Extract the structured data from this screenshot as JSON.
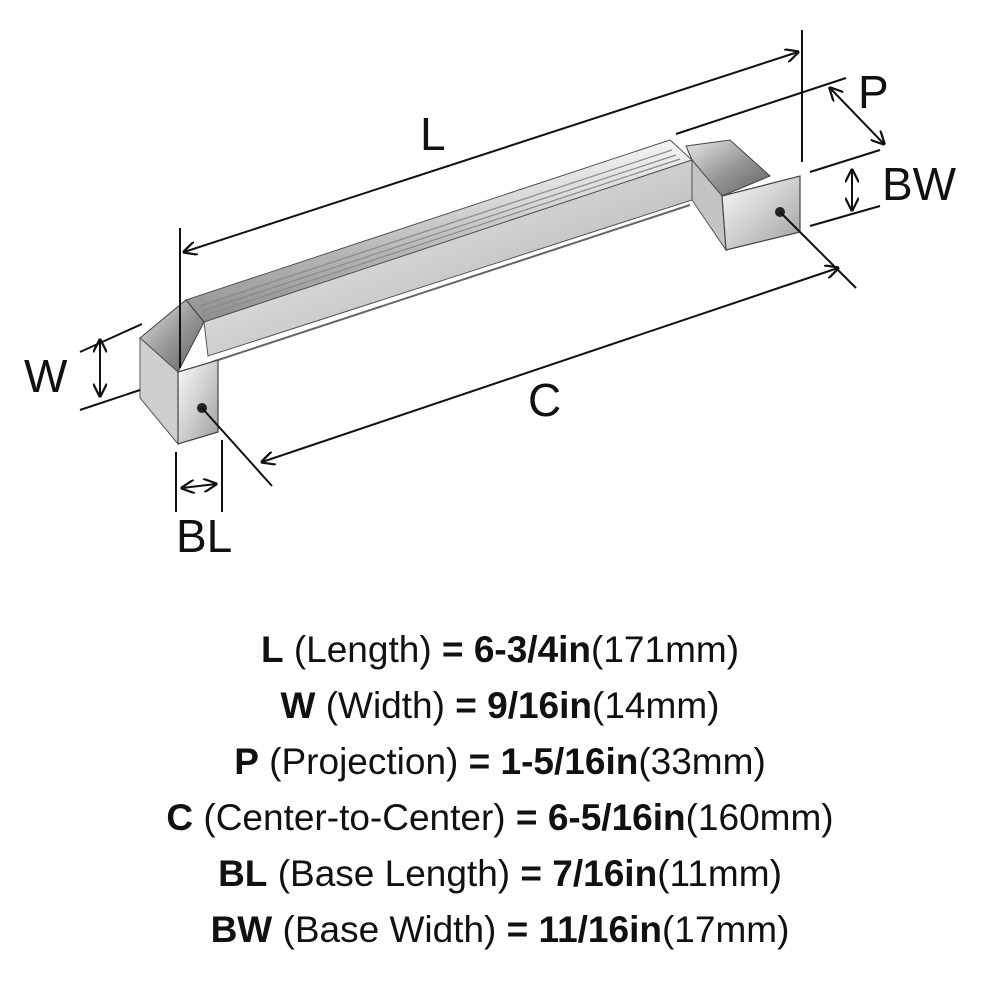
{
  "diagram": {
    "labels": {
      "L": "L",
      "P": "P",
      "BW": "BW",
      "W": "W",
      "C": "C",
      "BL": "BL"
    }
  },
  "specs": [
    {
      "code": "L",
      "name": "(Length)",
      "eq": "=",
      "imperial": "6-3/4in",
      "metric": "(171mm)"
    },
    {
      "code": "W",
      "name": "(Width)",
      "eq": "=",
      "imperial": "9/16in",
      "metric": "(14mm)"
    },
    {
      "code": "P",
      "name": "(Projection)",
      "eq": "=",
      "imperial": "1-5/16in",
      "metric": "(33mm)"
    },
    {
      "code": "C",
      "name": "(Center-to-Center)",
      "eq": "=",
      "imperial": "6-5/16in",
      "metric": "(160mm)"
    },
    {
      "code": "BL",
      "name": "(Base Length)",
      "eq": "=",
      "imperial": "7/16in",
      "metric": "(11mm)"
    },
    {
      "code": "BW",
      "name": "(Base Width)",
      "eq": "=",
      "imperial": "11/16in",
      "metric": "(17mm)"
    }
  ]
}
